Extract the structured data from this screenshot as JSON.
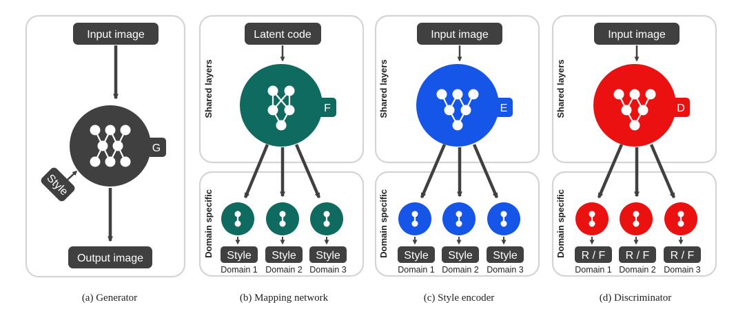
{
  "colors": {
    "generator": "#404040",
    "mapping": "#0f6b5f",
    "encoder": "#1555e8",
    "discriminator": "#ec1111",
    "pill": "#404040"
  },
  "generator": {
    "input_label": "Input image",
    "output_label": "Output image",
    "badge": "G",
    "style_label": "Style",
    "caption": "(a) Generator"
  },
  "mapping": {
    "input_label": "Latent code",
    "badge": "F",
    "shared_label": "Shared layers",
    "domain_label": "Domain specific",
    "outputs": [
      "Style",
      "Style",
      "Style"
    ],
    "domains": [
      "Domain 1",
      "Domain 2",
      "Domain 3"
    ],
    "caption": "(b) Mapping network"
  },
  "encoder": {
    "input_label": "Input image",
    "badge": "E",
    "shared_label": "Shared layers",
    "domain_label": "Domain specific",
    "outputs": [
      "Style",
      "Style",
      "Style"
    ],
    "domains": [
      "Domain 1",
      "Domain 2",
      "Domain 3"
    ],
    "caption": "(c) Style encoder"
  },
  "discriminator": {
    "input_label": "Input image",
    "badge": "D",
    "shared_label": "Shared layers",
    "domain_label": "Domain specific",
    "outputs": [
      "R / F",
      "R / F",
      "R / F"
    ],
    "domains": [
      "Domain 1",
      "Domain 2",
      "Domain 3"
    ],
    "caption": "(d) Discriminator"
  }
}
